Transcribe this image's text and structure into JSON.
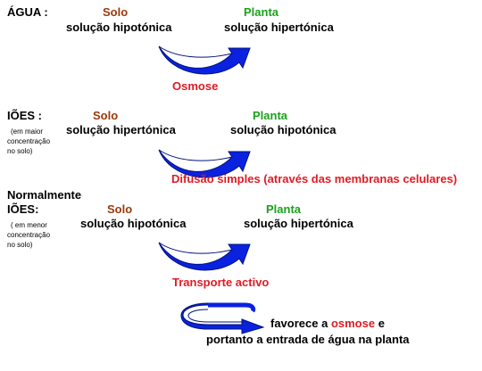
{
  "colors": {
    "soil": "#9a3a0a",
    "plant": "#1aa21a",
    "process": "#e01b24",
    "arrow_fill": "#0a22e0",
    "arrow_dark": "#00137a"
  },
  "section_water": {
    "heading": "ÁGUA :",
    "soil_label": "Solo",
    "plant_label": "Planta",
    "soil_state": "solução hipotónica",
    "plant_state": "solução hipertónica",
    "arrow_icon": "curved-arrow-icon",
    "process": "Osmose"
  },
  "section_ions_1": {
    "heading": "IÕES :",
    "note": [
      "(em maior",
      "concentração",
      "no solo)"
    ],
    "soil_label": "Solo",
    "plant_label": "Planta",
    "soil_state": "solução hipertónica",
    "plant_state": "solução hipotónica",
    "arrow_icon": "curved-arrow-icon",
    "process": "Difusão simples (através das membranas celulares)"
  },
  "section_ions_2": {
    "pre_heading": "Normalmente",
    "heading": "IÕES:",
    "note": [
      "( em menor",
      "concentração",
      "no solo)"
    ],
    "soil_label": "Solo",
    "plant_label": "Planta",
    "soil_state": "solução hipotónica",
    "plant_state": "solução hipertónica",
    "arrow_icon": "curved-arrow-icon",
    "process": "Transporte activo"
  },
  "conclusion": {
    "arrow_icon": "loop-arrow-icon",
    "line1_prefix": "favorece a ",
    "line1_keyword": "osmose",
    "line1_suffix": " e",
    "line2": "portanto a entrada de água na planta"
  }
}
